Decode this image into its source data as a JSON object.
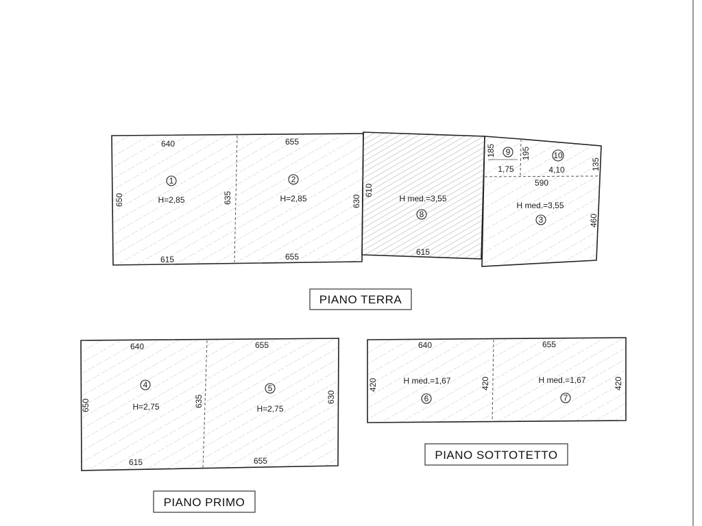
{
  "piano_terra": {
    "title": "PIANO TERRA",
    "room1": {
      "num": "1",
      "height": "H=2,85"
    },
    "room2": {
      "num": "2",
      "height": "H=2,85"
    },
    "room8": {
      "num": "8",
      "height": "H med.=3,55"
    },
    "room3": {
      "num": "3",
      "height": "H med.=3,55"
    },
    "room9": {
      "num": "9"
    },
    "room10": {
      "num": "10"
    },
    "dims": {
      "top_a": "640",
      "top_b": "655",
      "bottom_a": "615",
      "bottom_b": "655",
      "left": "650",
      "mid": "635",
      "mid_b": "630",
      "mid_c": "610",
      "bottom_c": "615",
      "d185": "185",
      "d195": "195",
      "d135": "135",
      "d175": "1,75",
      "d410": "4,10",
      "d590": "590",
      "d460": "460"
    }
  },
  "piano_primo": {
    "title": "PIANO PRIMO",
    "room4": {
      "num": "4",
      "height": "H=2,75"
    },
    "room5": {
      "num": "5",
      "height": "H=2,75"
    },
    "dims": {
      "top_a": "640",
      "top_b": "655",
      "bottom_a": "615",
      "bottom_b": "655",
      "left": "650",
      "mid": "635",
      "right": "630"
    }
  },
  "piano_sottotetto": {
    "title": "PIANO SOTTOTETTO",
    "room6": {
      "num": "6",
      "height": "H med.=1,67"
    },
    "room7": {
      "num": "7",
      "height": "H med.=1,67"
    },
    "dims": {
      "top_a": "640",
      "top_b": "655",
      "left": "420",
      "mid": "420",
      "right": "420"
    }
  }
}
